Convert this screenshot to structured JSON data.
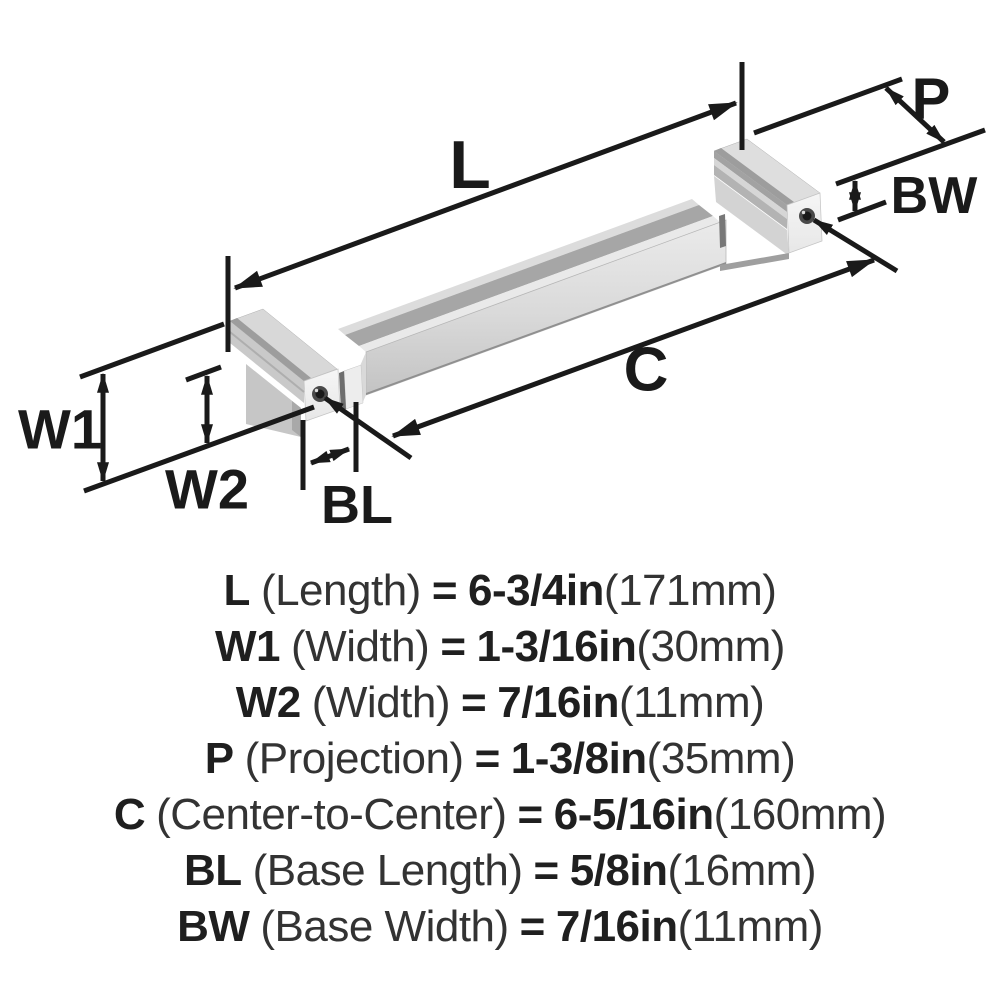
{
  "figure": {
    "description": "Isometric dimension diagram of a square bar cabinet pull with two mounting posts",
    "dimension_labels": {
      "L": "L",
      "P": "P",
      "BW": "BW",
      "C": "C",
      "W1": "W1",
      "W2": "W2",
      "BL": "BL"
    }
  },
  "specs": [
    {
      "abbr": "L",
      "name": "(Length)",
      "eq": "=",
      "imperial": "6-3/4in",
      "metric": "(171mm)"
    },
    {
      "abbr": "W1",
      "name": "(Width)",
      "eq": "=",
      "imperial": "1-3/16in",
      "metric": "(30mm)"
    },
    {
      "abbr": "W2",
      "name": "(Width)",
      "eq": "=",
      "imperial": "7/16in",
      "metric": "(11mm)"
    },
    {
      "abbr": "P",
      "name": "(Projection)",
      "eq": "=",
      "imperial": "1-3/8in",
      "metric": "(35mm)"
    },
    {
      "abbr": "C",
      "name": "(Center-to-Center)",
      "eq": "=",
      "imperial": "6-5/16in",
      "metric": "(160mm)"
    },
    {
      "abbr": "BL",
      "name": "(Base Length)",
      "eq": "=",
      "imperial": "5/8in",
      "metric": "(16mm)"
    },
    {
      "abbr": "BW",
      "name": "(Base Width)",
      "eq": "=",
      "imperial": "7/16in",
      "metric": "(11mm)"
    }
  ],
  "colors": {
    "dimension_line": "#1a1a1a",
    "text_bold": "#1f1f1f",
    "text_regular": "#333333",
    "metal_highlight": "#f3f3f3",
    "metal_light": "#dedede",
    "metal_mid": "#c9c9c9",
    "metal_dark": "#9d9d9d",
    "background": "#ffffff"
  }
}
